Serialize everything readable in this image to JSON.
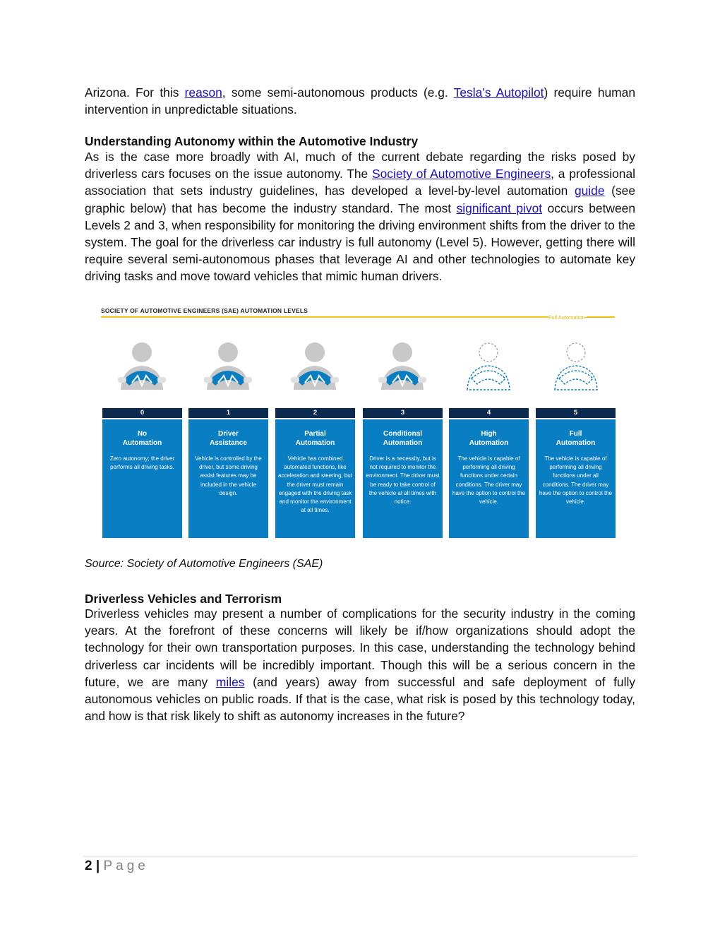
{
  "p1": {
    "t1": "Arizona. For this ",
    "link1": "reason",
    "t2": ", some semi-autonomous products (e.g. ",
    "link2": "Tesla’s Autopilot",
    "t3": ") require human intervention in unpredictable situations."
  },
  "section1": {
    "heading": "Understanding Autonomy within the Automotive Industry",
    "t1": "As is the case more broadly with AI, much of the current debate regarding the risks posed by driverless cars focuses on the issue autonomy. The ",
    "link1": "Society of Automotive Engineers",
    "t2": ", a professional association that sets industry guidelines, has developed a level-by-level automation ",
    "link2": "guide",
    "t3": " (see graphic below) that has become the industry standard. The most ",
    "link3": "significant pivot",
    "t4": " occurs between Levels 2 and 3, when responsibility for monitoring the driving environment shifts from the driver to the system. The goal for the driverless car industry is full autonomy (Level 5). However, getting there will require several semi-autonomous phases that leverage AI and other technologies to automate key driving tasks and move toward vehicles that mimic human drivers."
  },
  "figure": {
    "title": "SOCIETY OF AUTOMOTIVE ENGINEERS (SAE) AUTOMATION LEVELS",
    "full_automation_label": "Full Automation",
    "colors": {
      "header": "#0c2a4e",
      "body": "#0a7ec2",
      "rule": "#f2c318",
      "person": "#c8c8c8"
    },
    "levels": [
      {
        "num": "0",
        "title1": "No",
        "title2": "Automation",
        "desc": "Zero autonomy; the driver performs all driving tasks.",
        "person": "solid"
      },
      {
        "num": "1",
        "title1": "Driver",
        "title2": "Assistance",
        "desc": "Vehicle is controlled by the driver, but some driving assist features may be included in the vehicle design.",
        "person": "solid"
      },
      {
        "num": "2",
        "title1": "Partial",
        "title2": "Automation",
        "desc": "Vehicle has combined automated functions, like acceleration and steering, but the driver must remain engaged with the driving task and monitor the environment at all times.",
        "person": "solid"
      },
      {
        "num": "3",
        "title1": "Conditional",
        "title2": "Automation",
        "desc": "Driver is a necessity, but is not required to monitor the environment. The driver must be ready to take control of the vehicle at all times with notice.",
        "person": "solid"
      },
      {
        "num": "4",
        "title1": "High",
        "title2": "Automation",
        "desc": "The vehicle is capable of performing all driving functions under certain conditions. The driver may have the option to control the vehicle.",
        "person": "dashed"
      },
      {
        "num": "5",
        "title1": "Full",
        "title2": "Automation",
        "desc": "The vehicle is capable of performing all driving functions under all conditions. The driver may have the option to control the vehicle.",
        "person": "dashed"
      }
    ]
  },
  "source": "Source: Society of Automotive Engineers (SAE)",
  "section2": {
    "heading": "Driverless Vehicles and Terrorism",
    "t1": "Driverless vehicles may present a number of complications for the security industry in the coming years. At the forefront of these concerns will likely be if/how organizations should adopt the technology for their own transportation purposes. In this case, understanding the technology behind driverless car incidents will be incredibly important. Though this will be a serious concern in the future, we are many ",
    "link1": "miles",
    "t2": " (and years) away from successful and safe deployment of fully autonomous vehicles on public roads. If that is the case, what risk is posed by this technology today, and how is that risk likely to shift as autonomy increases in the future?"
  },
  "footer": {
    "page_number": "2",
    "separator": "|",
    "word": "Page"
  }
}
